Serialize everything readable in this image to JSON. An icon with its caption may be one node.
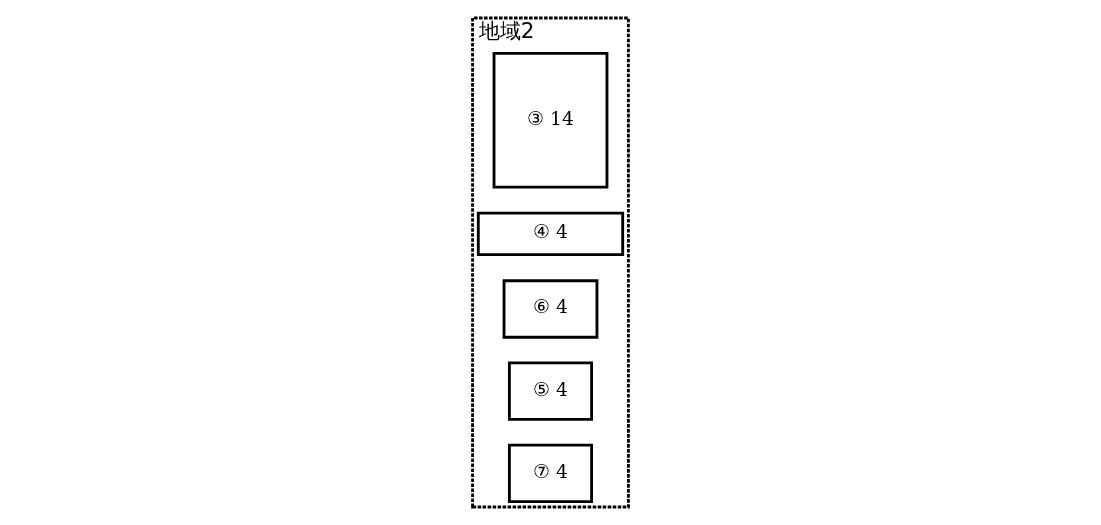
{
  "diagram": {
    "nodes": [
      {
        "text": [
          "地域2"
        ]
      },
      {
        "text": [
          "③ 14"
        ],
        "in": 0
      },
      {
        "text": [
          "④ 4"
        ],
        "in": 0
      },
      {
        "text": [
          "⑥ 4"
        ],
        "in": 0
      },
      {
        "text": [
          "⑤ 4"
        ],
        "in": 0
      },
      {
        "text": [
          "⑦ 4"
        ],
        "in": 0
      }
    ]
  }
}
